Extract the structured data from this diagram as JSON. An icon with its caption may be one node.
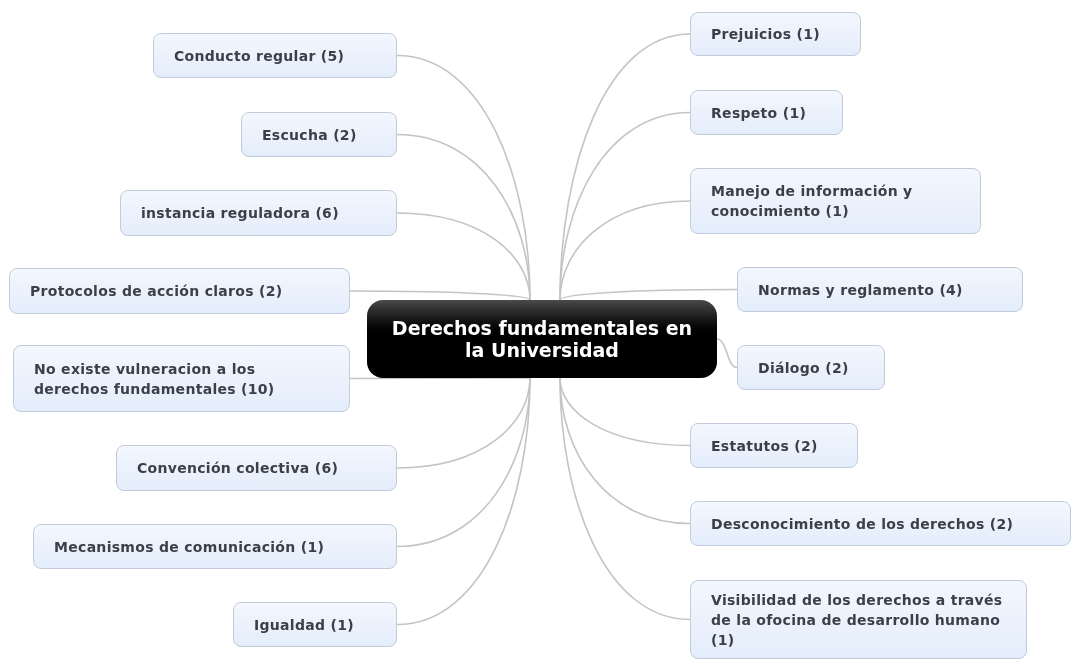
{
  "diagram": {
    "nodes": [
      {
        "text": [
          "Derechos fundamentales en la Universidad"
        ]
      },
      {
        "text": [
          "Conducto regular (5)"
        ]
      },
      {
        "text": [
          "Escucha (2)"
        ]
      },
      {
        "text": [
          "instancia reguladora (6)"
        ]
      },
      {
        "text": [
          "Protocolos de acción claros (2)"
        ]
      },
      {
        "text": [
          "No existe vulneracion a los derechos fundamentales (10)"
        ]
      },
      {
        "text": [
          "Convención colectiva (6)"
        ]
      },
      {
        "text": [
          "Mecanismos de comunicación (1)"
        ]
      },
      {
        "text": [
          "Igualdad (1)"
        ]
      },
      {
        "text": [
          "Prejuicios (1)"
        ]
      },
      {
        "text": [
          "Respeto (1)"
        ]
      },
      {
        "text": [
          "Manejo de información y conocimiento (1)"
        ]
      },
      {
        "text": [
          "Normas y reglamento (4)"
        ]
      },
      {
        "text": [
          "Diálogo (2)"
        ]
      },
      {
        "text": [
          "Estatutos (2)"
        ]
      },
      {
        "text": [
          "Desconocimiento de los derechos (2)"
        ]
      },
      {
        "text": [
          "Visibilidad de los derechos a través de la ofocina de desarrollo humano (1)"
        ]
      }
    ],
    "edges": [
      {
        "from": 0,
        "to": 1,
        "arrow": "none"
      },
      {
        "from": 0,
        "to": 2,
        "arrow": "none"
      },
      {
        "from": 0,
        "to": 3,
        "arrow": "none"
      },
      {
        "from": 0,
        "to": 4,
        "arrow": "none"
      },
      {
        "from": 0,
        "to": 5,
        "arrow": "none"
      },
      {
        "from": 0,
        "to": 6,
        "arrow": "none"
      },
      {
        "from": 0,
        "to": 7,
        "arrow": "none"
      },
      {
        "from": 0,
        "to": 8,
        "arrow": "none"
      },
      {
        "from": 0,
        "to": 9,
        "arrow": "none"
      },
      {
        "from": 0,
        "to": 10,
        "arrow": "none"
      },
      {
        "from": 0,
        "to": 11,
        "arrow": "none"
      },
      {
        "from": 0,
        "to": 12,
        "arrow": "none"
      },
      {
        "from": 0,
        "to": 13,
        "arrow": "none"
      },
      {
        "from": 0,
        "to": 14,
        "arrow": "none"
      },
      {
        "from": 0,
        "to": 15,
        "arrow": "none"
      },
      {
        "from": 0,
        "to": 16,
        "arrow": "none"
      }
    ]
  }
}
